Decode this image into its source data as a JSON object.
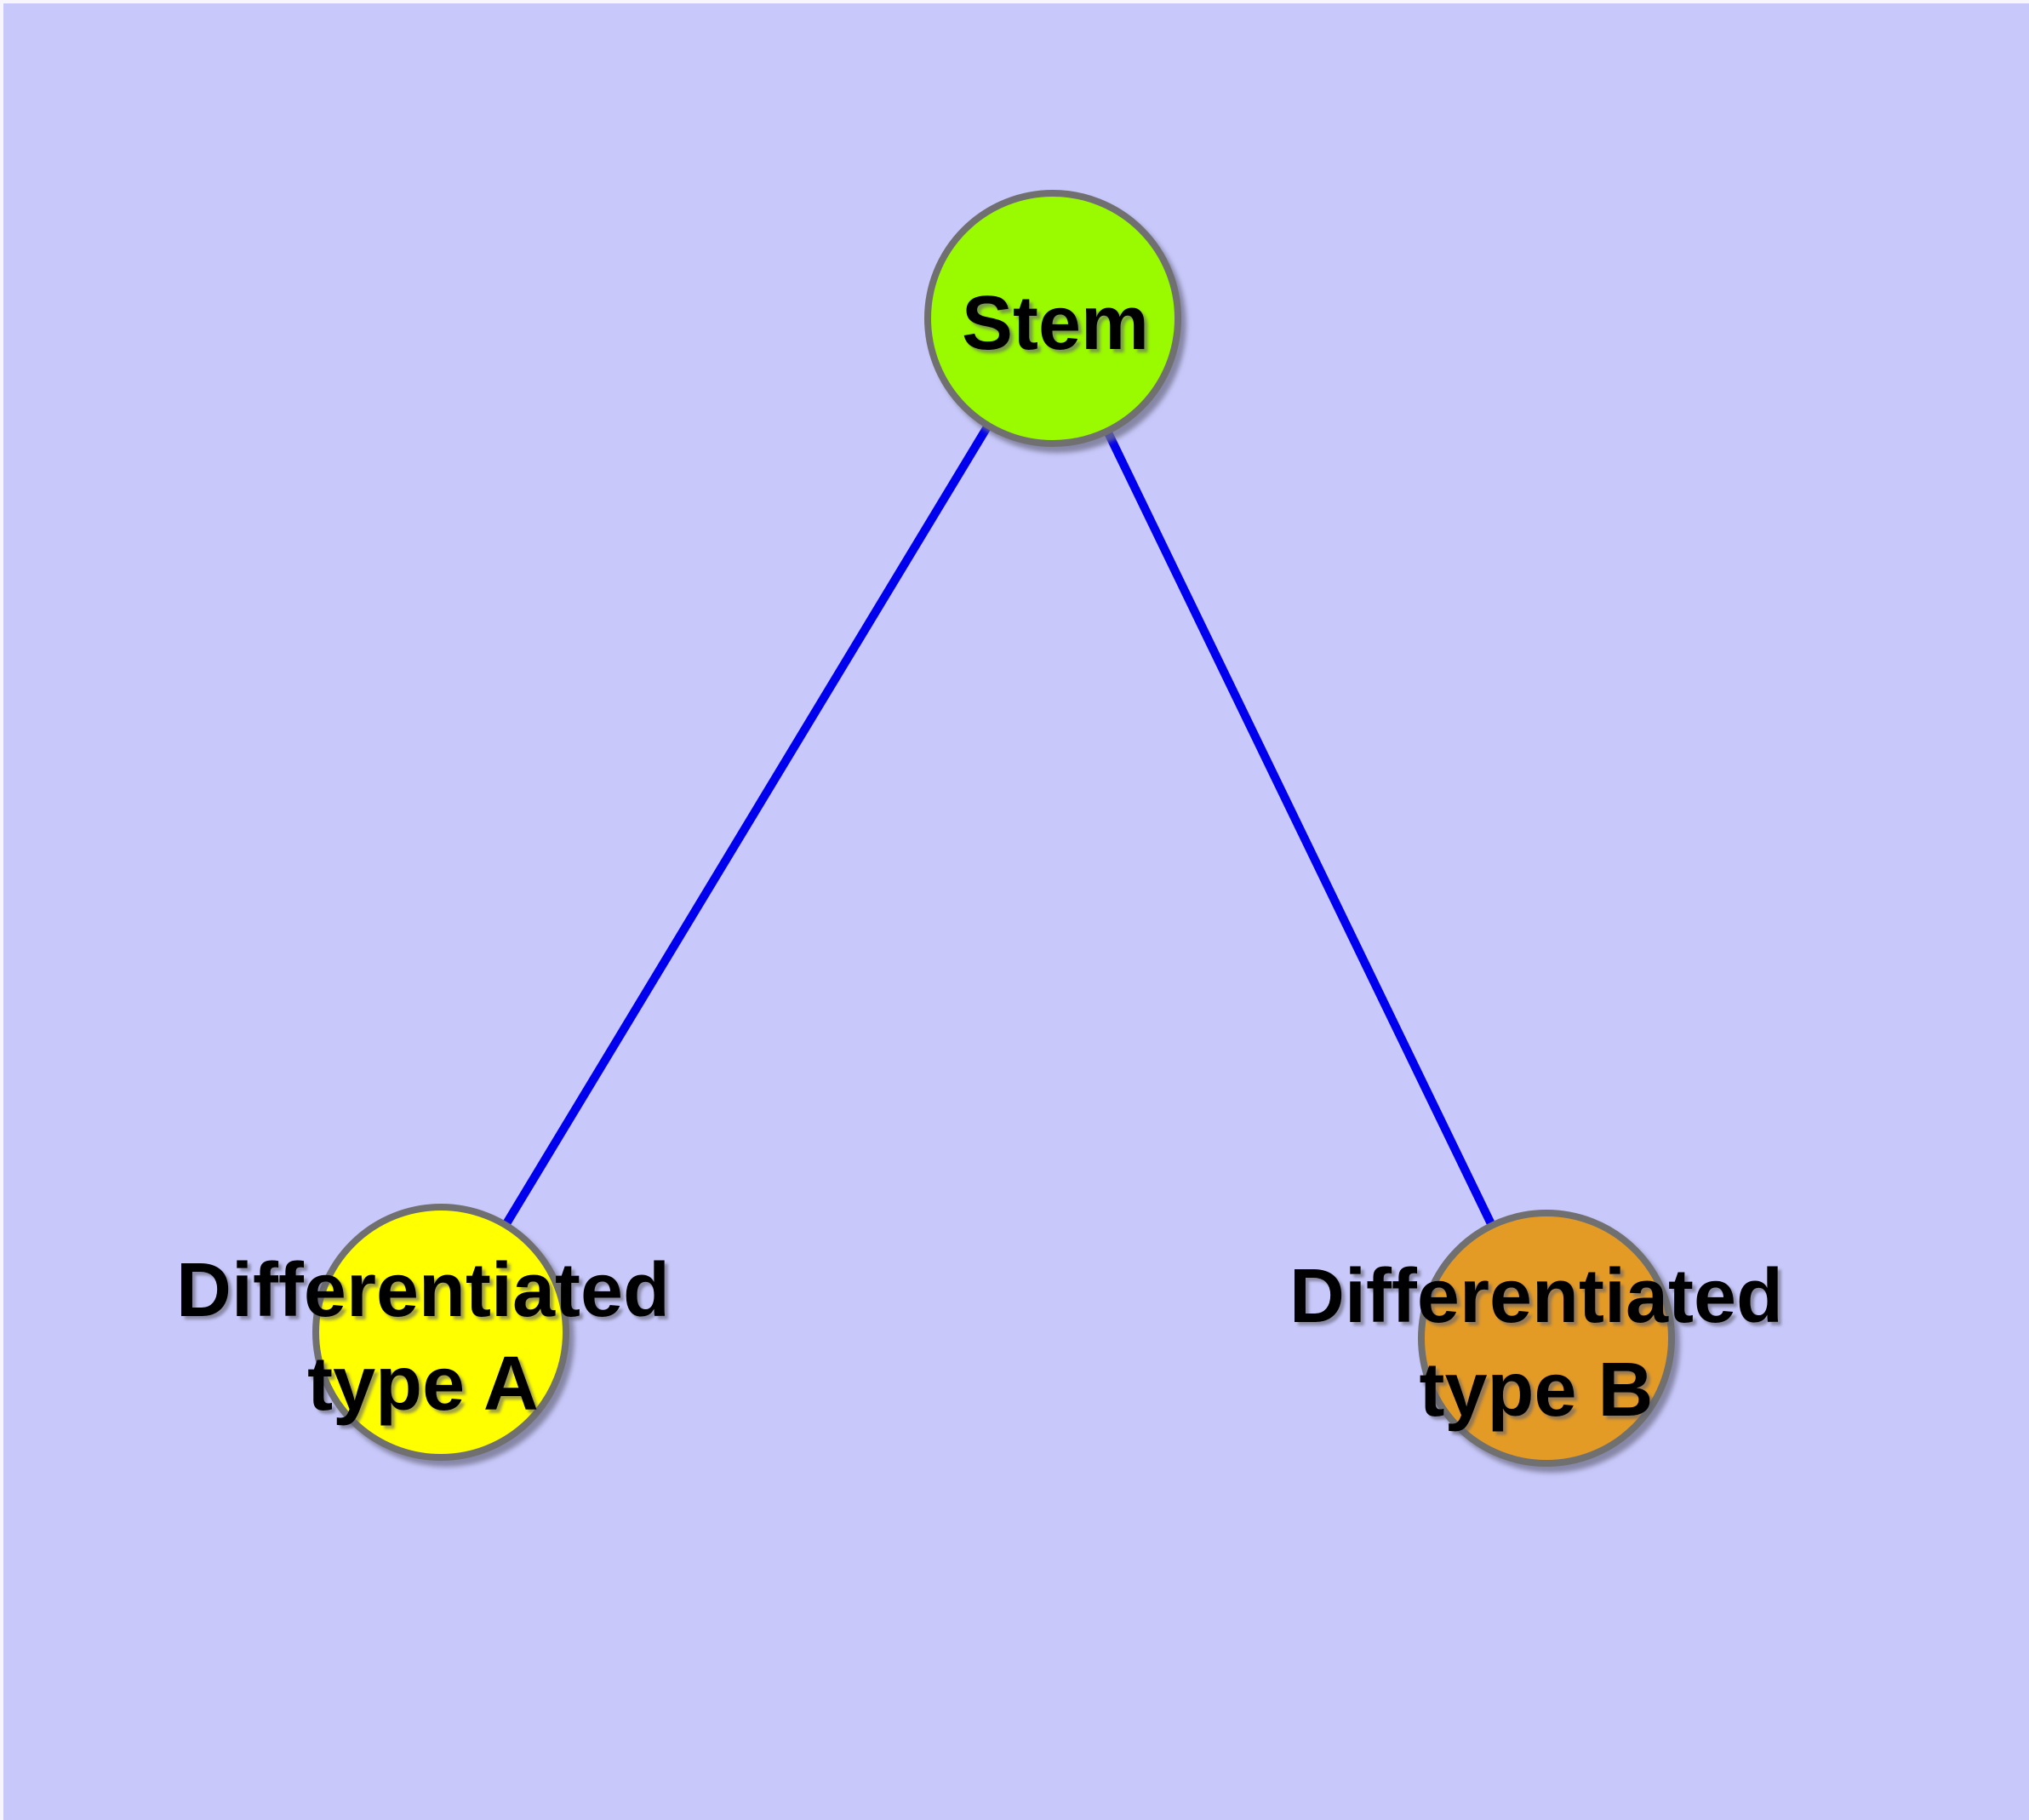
{
  "canvas": {
    "background": "#c8c8fa",
    "edge_highlight": "#f6f6fc"
  },
  "diagram": {
    "type": "graph",
    "description": "Stem cell differentiation hierarchy: a Stem node linked to two differentiated cell types",
    "text_color": "#000000",
    "edge_color": "#0000ee",
    "node_border_color": "#707070",
    "nodes": [
      {
        "id": "stem",
        "label": "Stem",
        "fill": "#9afa00",
        "border": "#707070"
      },
      {
        "id": "typeA",
        "label_lines": [
          "Differentiated",
          "type A"
        ],
        "fill": "#ffff00",
        "border": "#707070"
      },
      {
        "id": "typeB",
        "label_lines": [
          "Differentiated",
          "type B"
        ],
        "fill": "#e49b26",
        "border": "#707070"
      }
    ],
    "edges": [
      {
        "from": "stem",
        "to": "typeA",
        "color": "#0000ee"
      },
      {
        "from": "stem",
        "to": "typeB",
        "color": "#0000ee"
      }
    ]
  }
}
